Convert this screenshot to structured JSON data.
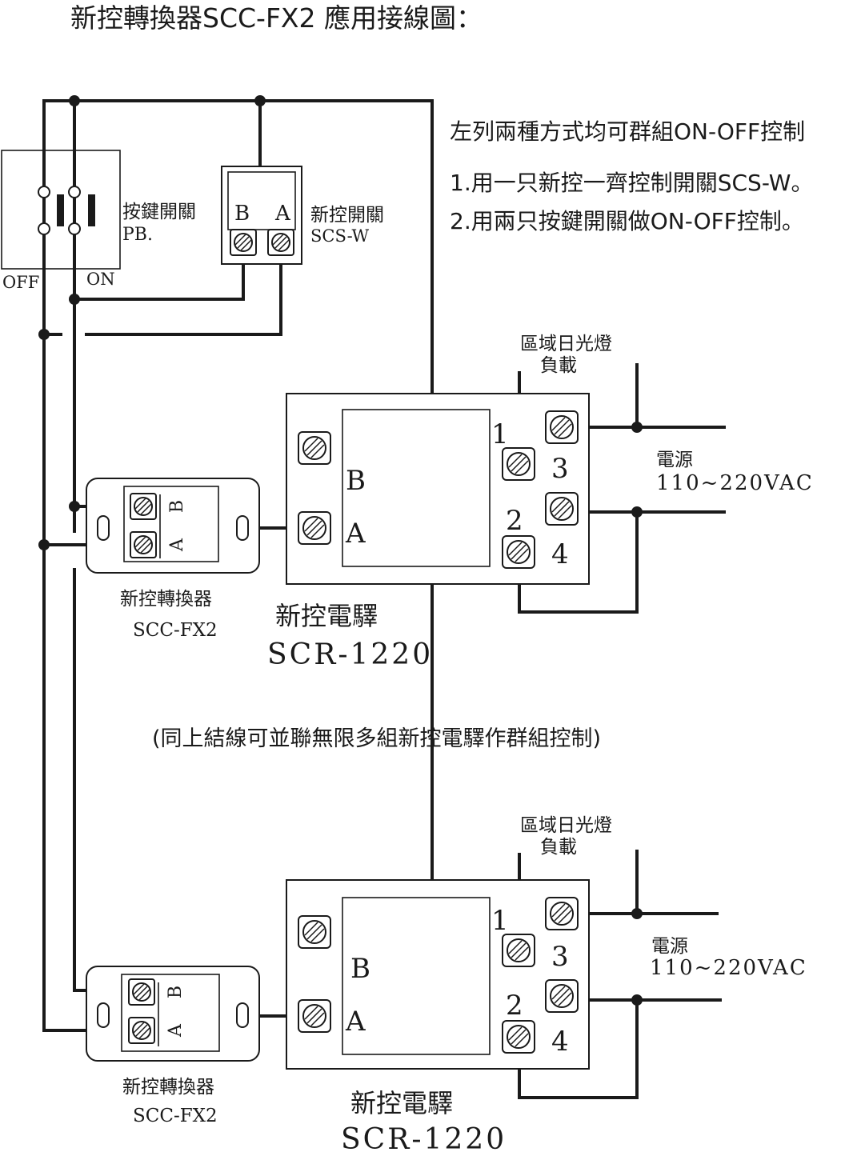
{
  "title": "新控轉換器SCC-FX2 應用接線圖：",
  "notes": {
    "heading": "左列兩種方式均可群組ON-OFF控制",
    "item1": "1.用一只新控一齊控制開關SCS-W。",
    "item2": "2.用兩只按鍵開關做ON-OFF控制。"
  },
  "pushbutton": {
    "name": "按鍵開關",
    "model": "PB.",
    "off_label": "OFF",
    "on_label": "ON"
  },
  "scs": {
    "name": "新控開關",
    "model": "SCS-W",
    "term_b": "B",
    "term_a": "A"
  },
  "top": {
    "load": {
      "line1": "區域日光燈",
      "line2": "負載"
    },
    "power": {
      "line1": "電源",
      "line2": "110~220VAC"
    },
    "converter": {
      "name": "新控轉換器",
      "model": "SCC-FX2",
      "term_b": "B",
      "term_a": "A"
    },
    "relay": {
      "name": "新控電驛",
      "model": "SCR-1220",
      "term_b": "B",
      "term_a": "A",
      "t1": "1",
      "t2": "2",
      "t3": "3",
      "t4": "4"
    }
  },
  "middle_note": "(同上結線可並聯無限多組新控電驛作群組控制)",
  "bottom": {
    "load": {
      "line1": "區域日光燈",
      "line2": "負載"
    },
    "power": {
      "line1": "電源",
      "line2": "110~220VAC"
    },
    "converter": {
      "name": "新控轉換器",
      "model": "SCC-FX2",
      "term_b": "B",
      "term_a": "A"
    },
    "relay": {
      "name": "新控電驛",
      "model": "SCR-1220",
      "term_b": "B",
      "term_a": "A",
      "t1": "1",
      "t2": "2",
      "t3": "3",
      "t4": "4"
    }
  }
}
